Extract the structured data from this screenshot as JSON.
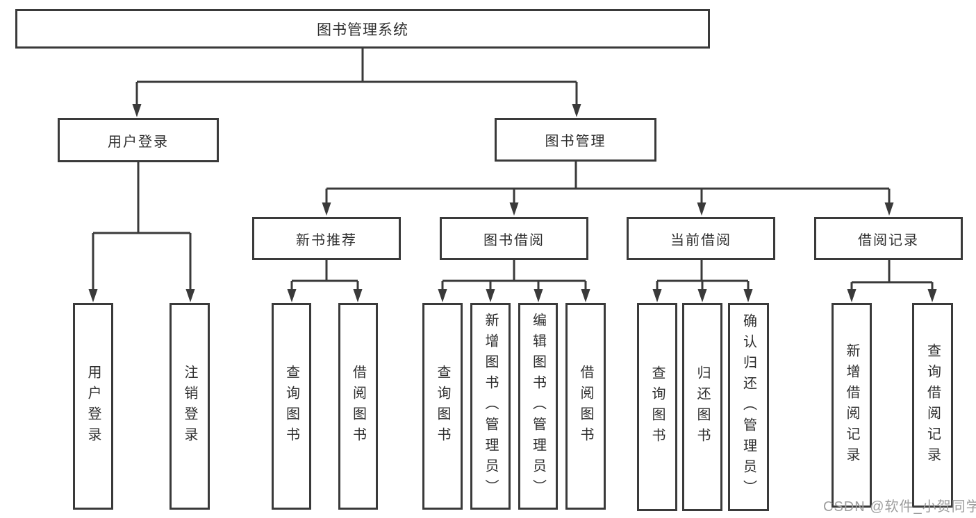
{
  "nodes": {
    "root": "图书管理系统",
    "user_login": "用户登录",
    "book_management": "图书管理",
    "new_book_recommend": "新书推荐",
    "book_borrow": "图书借阅",
    "current_borrow": "当前借阅",
    "borrow_records": "借阅记录",
    "leaf_user_login": "用户登录",
    "leaf_logout_login": "注销登录",
    "leaf_query_book_a": "查询图书",
    "leaf_borrow_book_a": "借阅图书",
    "leaf_query_book_b": "查询图书",
    "leaf_add_book_admin": "新增图书（管理员）",
    "leaf_edit_book_admin": "编辑图书（管理员）",
    "leaf_borrow_book_b": "借阅图书",
    "leaf_query_book_c": "查询图书",
    "leaf_return_book": "归还图书",
    "leaf_confirm_return_admin": "确认归还（管理员）",
    "leaf_add_borrow_record": "新增借阅记录",
    "leaf_query_borrow_record": "查询借阅记录"
  },
  "hierarchy": {
    "root": [
      "user_login",
      "book_management"
    ],
    "user_login": [
      "leaf_user_login",
      "leaf_logout_login"
    ],
    "book_management": [
      "new_book_recommend",
      "book_borrow",
      "current_borrow",
      "borrow_records"
    ],
    "new_book_recommend": [
      "leaf_query_book_a",
      "leaf_borrow_book_a"
    ],
    "book_borrow": [
      "leaf_query_book_b",
      "leaf_add_book_admin",
      "leaf_edit_book_admin",
      "leaf_borrow_book_b"
    ],
    "current_borrow": [
      "leaf_query_book_c",
      "leaf_return_book",
      "leaf_confirm_return_admin"
    ],
    "borrow_records": [
      "leaf_add_borrow_record",
      "leaf_query_borrow_record"
    ]
  },
  "watermark": "CSDN @软件_小贺同学",
  "colors": {
    "line": "#3a3a3a",
    "text": "#2e2e2e",
    "background": "#ffffff",
    "watermark": "#9d9d9d"
  }
}
